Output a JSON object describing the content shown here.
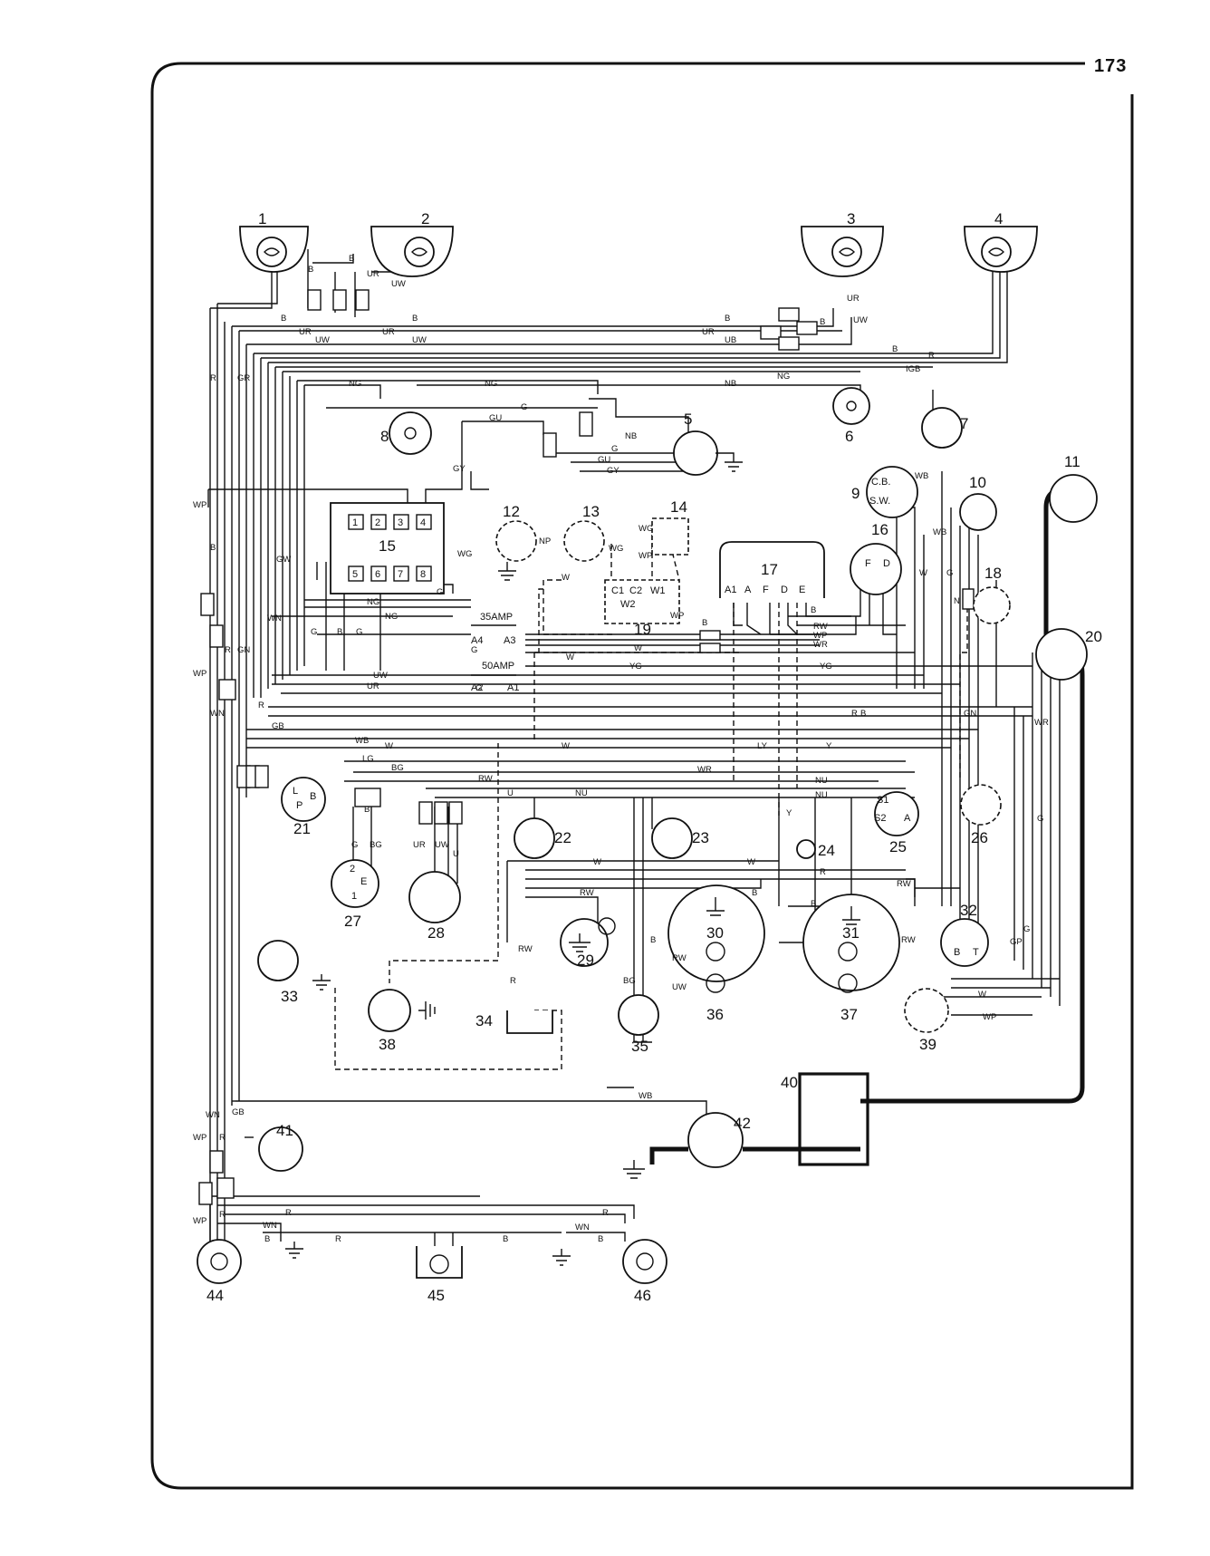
{
  "page": {
    "number": "173"
  },
  "components": [
    {
      "id": "1"
    },
    {
      "id": "2"
    },
    {
      "id": "3"
    },
    {
      "id": "4"
    },
    {
      "id": "5"
    },
    {
      "id": "6"
    },
    {
      "id": "7"
    },
    {
      "id": "8"
    },
    {
      "id": "9"
    },
    {
      "id": "10"
    },
    {
      "id": "11"
    },
    {
      "id": "12"
    },
    {
      "id": "13"
    },
    {
      "id": "14"
    },
    {
      "id": "15"
    },
    {
      "id": "16"
    },
    {
      "id": "17"
    },
    {
      "id": "18"
    },
    {
      "id": "19"
    },
    {
      "id": "20"
    },
    {
      "id": "21"
    },
    {
      "id": "22"
    },
    {
      "id": "23"
    },
    {
      "id": "24"
    },
    {
      "id": "25"
    },
    {
      "id": "26"
    },
    {
      "id": "27"
    },
    {
      "id": "28"
    },
    {
      "id": "29"
    },
    {
      "id": "30"
    },
    {
      "id": "31"
    },
    {
      "id": "32"
    },
    {
      "id": "33"
    },
    {
      "id": "34"
    },
    {
      "id": "35"
    },
    {
      "id": "36"
    },
    {
      "id": "37"
    },
    {
      "id": "38"
    },
    {
      "id": "39"
    },
    {
      "id": "40"
    },
    {
      "id": "41"
    },
    {
      "id": "42"
    },
    {
      "id": "44"
    },
    {
      "id": "45"
    },
    {
      "id": "46"
    }
  ],
  "fuse_labels": {
    "fuse_35": "35AMP",
    "fuse_50": "50AMP",
    "a4": "A4",
    "a3": "A3",
    "a2": "A2",
    "a1": "A1"
  },
  "terminal_labels": {
    "regulator": [
      "A1",
      "A",
      "F",
      "D",
      "E"
    ],
    "dynamo": [
      "F",
      "D"
    ],
    "distributor": [
      "C.B.",
      "S.W."
    ],
    "fuse_block": [
      "1",
      "2",
      "3",
      "4",
      "5",
      "6",
      "7",
      "8"
    ],
    "flasher": [
      "C1",
      "C2",
      "W1",
      "W2"
    ],
    "ignition": [
      "L",
      "P",
      "B"
    ],
    "panel_switch": [
      "2",
      "E",
      "1"
    ],
    "starter_solenoid": [
      "S1",
      "S2",
      "A"
    ],
    "coil": [
      "B",
      "T"
    ]
  },
  "wire_colors": [
    "B",
    "UR",
    "UW",
    "GR",
    "R",
    "NG",
    "NB",
    "G",
    "GU",
    "GY",
    "WG",
    "WP",
    "NP",
    "WB",
    "W",
    "GW",
    "WN",
    "GN",
    "GB",
    "LG",
    "BG",
    "LY",
    "Y",
    "WR",
    "NU",
    "U",
    "RW",
    "YG",
    "N",
    "GP",
    "IGB",
    "UB"
  ]
}
